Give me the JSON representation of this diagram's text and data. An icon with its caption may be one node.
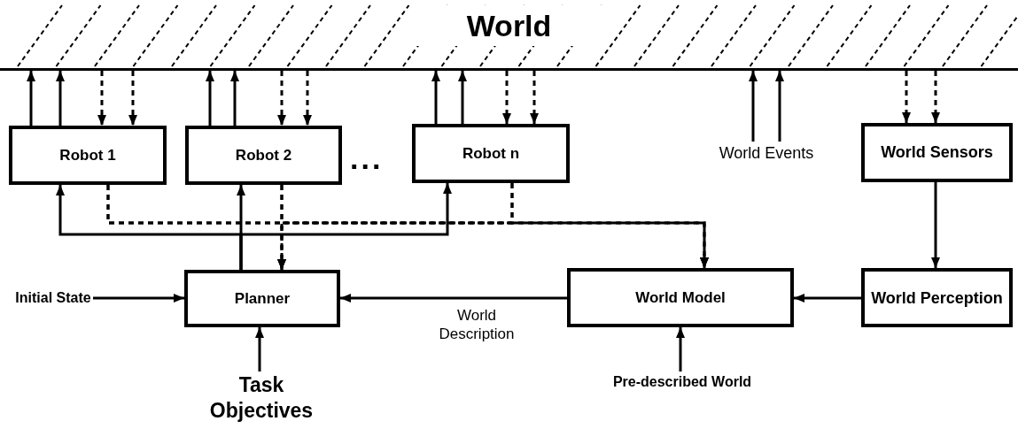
{
  "diagram": {
    "nodes": [
      {
        "text": [
          "World"
        ]
      },
      {
        "text": [
          "Robot 1"
        ]
      },
      {
        "text": [
          "Robot 2"
        ]
      },
      {
        "text": [
          "Robot n"
        ]
      },
      {
        "text": [
          "World Events"
        ]
      },
      {
        "text": [
          "World Sensors"
        ]
      },
      {
        "text": [
          "Planner"
        ]
      },
      {
        "text": [
          "World Model"
        ]
      },
      {
        "text": [
          "World Perception"
        ]
      },
      {
        "text": [
          "Initial State"
        ]
      },
      {
        "text": [
          "Task Objectives"
        ]
      },
      {
        "text": [
          "Pre-described World"
        ]
      }
    ],
    "edges": [
      {
        "from": 1,
        "to": 0,
        "arrow": "to"
      },
      {
        "from": 1,
        "to": 0,
        "arrow": "to"
      },
      {
        "from": 0,
        "to": 1,
        "arrow": "to",
        "style": "dashed"
      },
      {
        "from": 0,
        "to": 1,
        "arrow": "to",
        "style": "dashed"
      },
      {
        "from": 2,
        "to": 0,
        "arrow": "to"
      },
      {
        "from": 2,
        "to": 0,
        "arrow": "to"
      },
      {
        "from": 0,
        "to": 2,
        "arrow": "to",
        "style": "dashed"
      },
      {
        "from": 0,
        "to": 2,
        "arrow": "to",
        "style": "dashed"
      },
      {
        "from": 3,
        "to": 0,
        "arrow": "to"
      },
      {
        "from": 3,
        "to": 0,
        "arrow": "to"
      },
      {
        "from": 0,
        "to": 3,
        "arrow": "to",
        "style": "dashed"
      },
      {
        "from": 0,
        "to": 3,
        "arrow": "to",
        "style": "dashed"
      },
      {
        "from": 4,
        "to": 0,
        "arrow": "to"
      },
      {
        "from": 4,
        "to": 0,
        "arrow": "to"
      },
      {
        "from": 0,
        "to": 5,
        "arrow": "to",
        "style": "dashed"
      },
      {
        "from": 0,
        "to": 5,
        "arrow": "to",
        "style": "dashed"
      },
      {
        "from": 5,
        "to": 8,
        "arrow": "to"
      },
      {
        "from": 8,
        "to": 7,
        "arrow": "to"
      },
      {
        "from": 7,
        "to": 6,
        "arrow": "to",
        "label": "World Description"
      },
      {
        "from": 9,
        "to": 6,
        "arrow": "to"
      },
      {
        "from": 10,
        "to": 6,
        "arrow": "to"
      },
      {
        "from": 11,
        "to": 7,
        "arrow": "to"
      },
      {
        "from": 6,
        "to": 1,
        "arrow": "to"
      },
      {
        "from": 6,
        "to": 2,
        "arrow": "to"
      },
      {
        "from": 6,
        "to": 3,
        "arrow": "to"
      },
      {
        "from": 1,
        "to": 6,
        "arrow": "to",
        "style": "dashed"
      },
      {
        "from": 1,
        "to": 7,
        "arrow": "to",
        "style": "dashed"
      },
      {
        "from": 2,
        "to": 6,
        "arrow": "to",
        "style": "dashed"
      },
      {
        "from": 2,
        "to": 7,
        "arrow": "to",
        "style": "dashed"
      },
      {
        "from": 3,
        "to": 6,
        "arrow": "to",
        "style": "dashed"
      },
      {
        "from": 3,
        "to": 7,
        "arrow": "to",
        "style": "dashed"
      }
    ],
    "labels": [
      "..."
    ]
  }
}
